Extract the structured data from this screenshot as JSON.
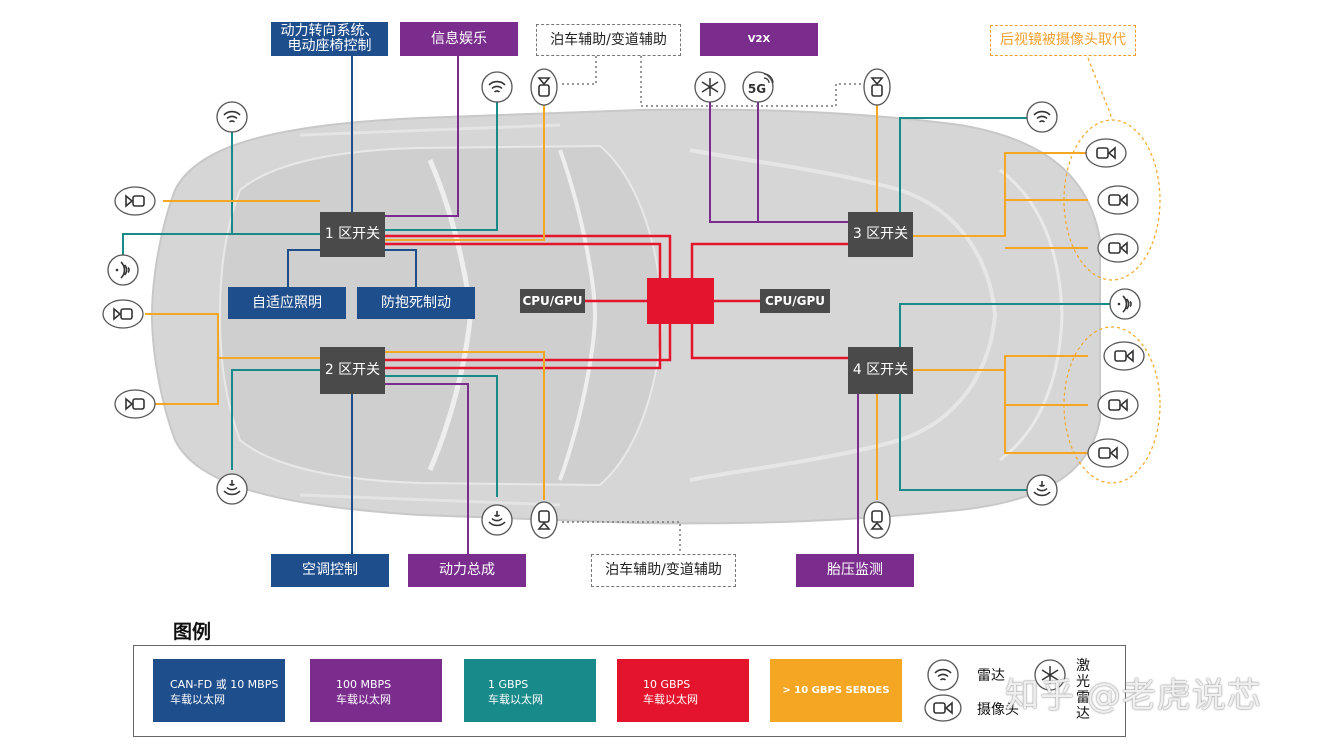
{
  "top_boxes": {
    "power_steering": "动力转向系统、\n电动座椅控制",
    "infotainment": "信息娱乐",
    "parking_assist_top": "泊车辅助/变道辅助",
    "v2x": "V2X",
    "mirror_replace": "后视镜被摄像头取代"
  },
  "zones": {
    "zone1": "1 区开关",
    "zone2": "2 区开关",
    "zone3": "3 区开关",
    "zone4": "4 区开关"
  },
  "cpu_left": "CPU/GPU",
  "cpu_right": "CPU/GPU",
  "mid_boxes": {
    "adaptive_light": "自适应照明",
    "abs": "防抱死制动"
  },
  "bottom_boxes": {
    "ac": "空调控制",
    "powertrain": "动力总成",
    "parking_assist_bottom": "泊车辅助/变道辅助",
    "tire_pressure": "胎压监测"
  },
  "icons": {
    "v2x_5g": "5G"
  },
  "legend": {
    "title": "图例",
    "items": [
      {
        "line1": "CAN-FD 或 10 MBPS",
        "line2": "车载以太网",
        "color": "#1f4e8c"
      },
      {
        "line1": "100 MBPS",
        "line2": "车载以太网",
        "color": "#7b2d8e"
      },
      {
        "line1": "1 GBPS",
        "line2": "车载以太网",
        "color": "#188a8a"
      },
      {
        "line1": "10 GBPS",
        "line2": "车载以太网",
        "color": "#e3142b"
      },
      {
        "line1": "> 10 GBPS SERDES",
        "line2": "",
        "color": "#f5a623"
      }
    ],
    "radar": "雷达",
    "camera": "摄像头",
    "lidar": "激光雷达"
  },
  "watermark": "知乎 @老虎说芯",
  "colors": {
    "can": "#1f4e8c",
    "mbps100": "#7b2d8e",
    "gbps1": "#188a8a",
    "gbps10": "#e3142b",
    "serdes": "#f5a623",
    "car": "#d4d4d4"
  }
}
